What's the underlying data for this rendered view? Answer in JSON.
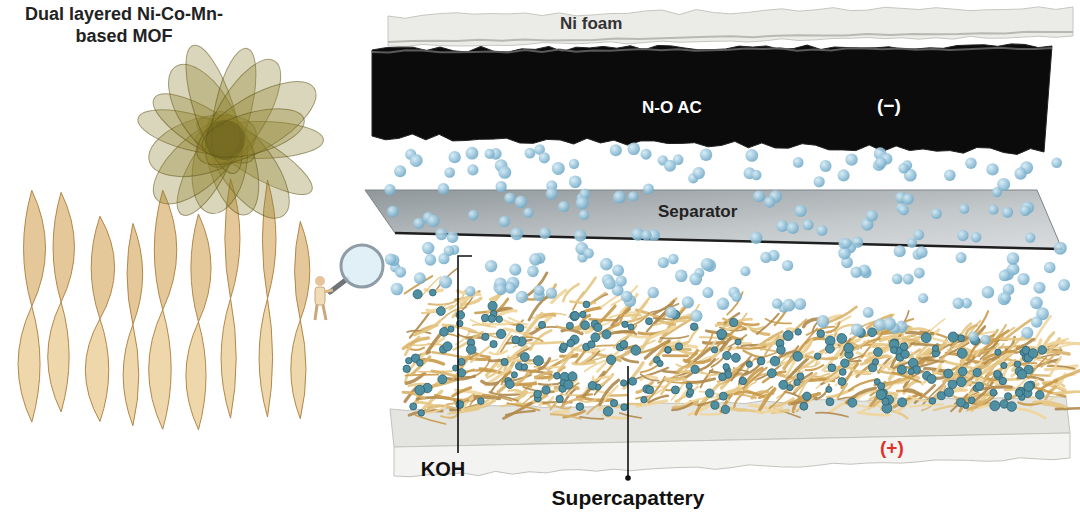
{
  "diagram": {
    "title": "Dual layered Ni-Co-Mn-based MOF",
    "nodes": [
      {
        "text": [
          "Ni foam"
        ]
      },
      {
        "text": [
          "N-O AC",
          "(−)"
        ]
      },
      {
        "text": [
          "Separator"
        ]
      },
      {
        "text": [
          "(+)"
        ]
      }
    ],
    "labels": [
      "KOH",
      "Supercapattery"
    ]
  }
}
